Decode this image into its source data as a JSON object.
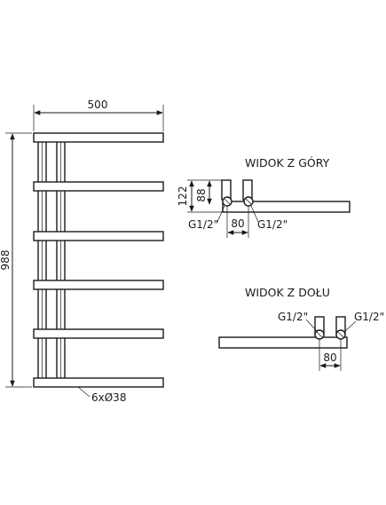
{
  "front_view": {
    "width_label": "500",
    "height_label": "988",
    "tube_label": "6xØ38"
  },
  "top_view": {
    "title": "WIDOK Z GÓRY",
    "depth_label": "122",
    "offset_label": "88",
    "spacing_label": "80",
    "left_connection": "G1/2\"",
    "right_connection": "G1/2\""
  },
  "bottom_view": {
    "title": "WIDOK Z DOŁU",
    "spacing_label": "80",
    "left_connection": "G1/2\"",
    "right_connection": "G1/2\""
  },
  "colors": {
    "line": "#1a1a1a",
    "background": "#ffffff"
  }
}
